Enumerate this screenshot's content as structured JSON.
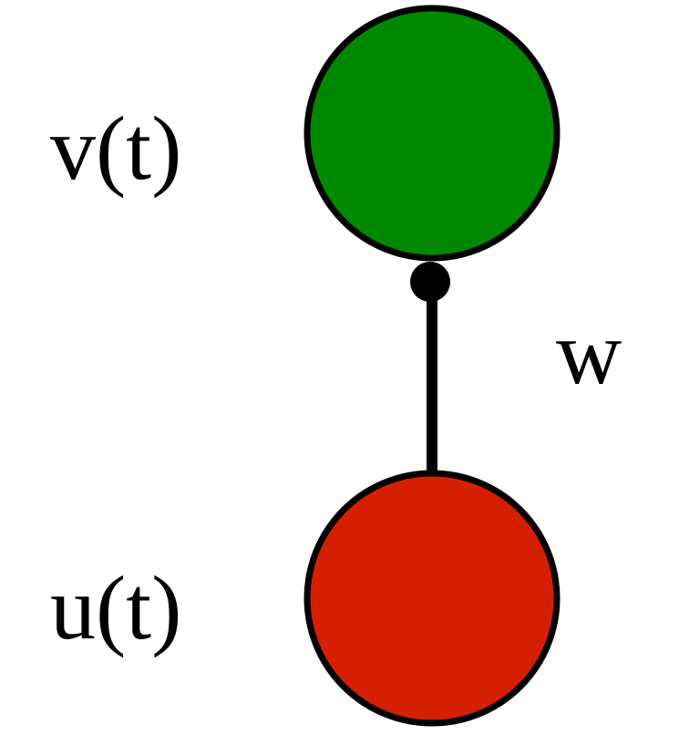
{
  "nodes": {
    "top": {
      "label": "v(t)",
      "color": "#008800"
    },
    "bottom": {
      "label": "u(t)",
      "color": "#d42000"
    }
  },
  "edge": {
    "label": "w",
    "color": "#000000"
  }
}
